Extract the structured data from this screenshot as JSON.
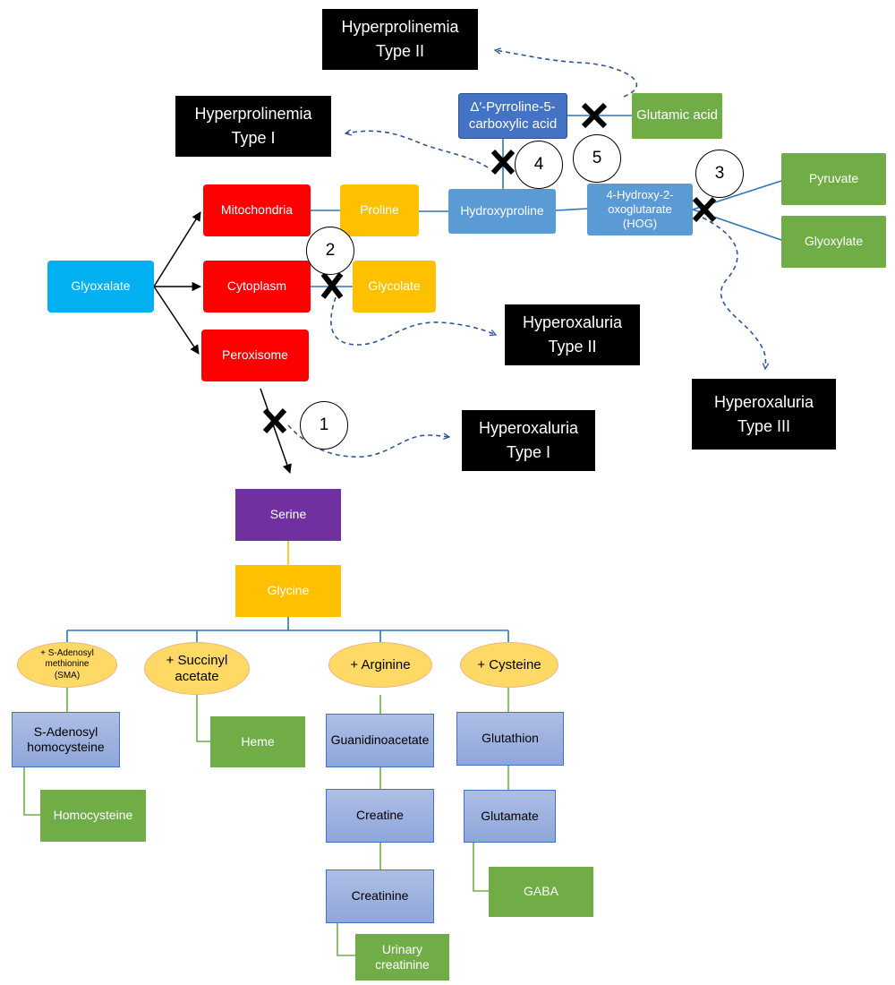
{
  "nodes": {
    "glyoxalate": "Glyoxalate",
    "mitochondria": "Mitochondria",
    "cytoplasm": "Cytoplasm",
    "peroxisome": "Peroxisome",
    "proline": "Proline",
    "glycolate": "Glycolate",
    "hydroxyproline": "Hydroxyproline",
    "hog": "4-Hydroxy-2-\noxoglutarate\n(HOG)",
    "pyrroline": "Δ′-Pyrroline-5-\ncarboxylic acid",
    "glutamic_acid": "Glutamic acid",
    "pyruvate": "Pyruvate",
    "glyoxylate": "Glyoxylate",
    "serine": "Serine",
    "glycine": "Glycine",
    "sma": "+ S-Adenosyl\nmethionine\n(SMA)",
    "succinyl": "+ Succinyl\nacetate",
    "arginine": "+ Arginine",
    "cysteine": "+ Cysteine",
    "s_adenosyl_homocysteine": "S-Adenosyl\nhomocysteine",
    "homocysteine": "Homocysteine",
    "heme": "Heme",
    "guanidinoacetate": "Guanidinoacetate",
    "creatine": "Creatine",
    "creatinine": "Creatinine",
    "urinary_creatinine": "Urinary\ncreatinine",
    "glutathion": "Glutathion",
    "glutamate": "Glutamate",
    "gaba": "GABA"
  },
  "diseases": {
    "hyperprolinemia_2": "Hyperprolinemia\nType II",
    "hyperprolinemia_1": "Hyperprolinemia\nType I",
    "hyperoxaluria_2": "Hyperoxaluria\nType II",
    "hyperoxaluria_3": "Hyperoxaluria\nType III",
    "hyperoxaluria_1": "Hyperoxaluria\nType I"
  },
  "markers": [
    "1",
    "2",
    "3",
    "4",
    "5"
  ],
  "colors": {
    "red": "#ff0000",
    "amber": "#ffc000",
    "cyan": "#00b0f0",
    "steel_blue": "#5b9bd5",
    "blue": "#4472c4",
    "green": "#70ad47",
    "purple": "#7030a0",
    "black": "#000000",
    "lavender": "#a9bde5",
    "oval": "#ffd966",
    "connector_green": "#70ad47",
    "connector_amber": "#ffc000",
    "dashed_arrow": "#2f5597"
  },
  "icons": {
    "block": "x-mark-icon",
    "flow": "arrow-icon",
    "pathology": "dashed-arrow-icon"
  }
}
